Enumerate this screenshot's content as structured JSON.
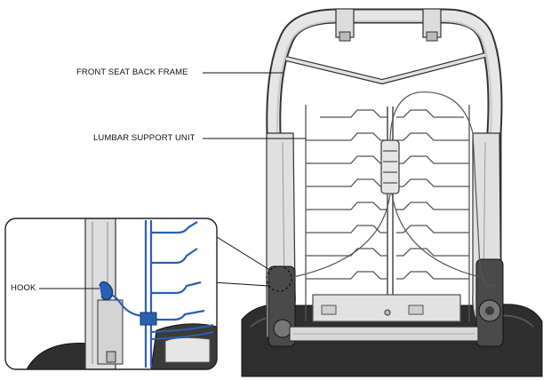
{
  "labels": {
    "frame": "FRONT SEAT BACK FRAME",
    "lumbar": "LUMBAR SUPPORT UNIT",
    "hook": "HOOK"
  },
  "colors": {
    "line": "#333333",
    "frame_fill": "#e4e4e4",
    "dark_fill": "#2e2e2e",
    "wire_blue": "#2b5fb3"
  }
}
